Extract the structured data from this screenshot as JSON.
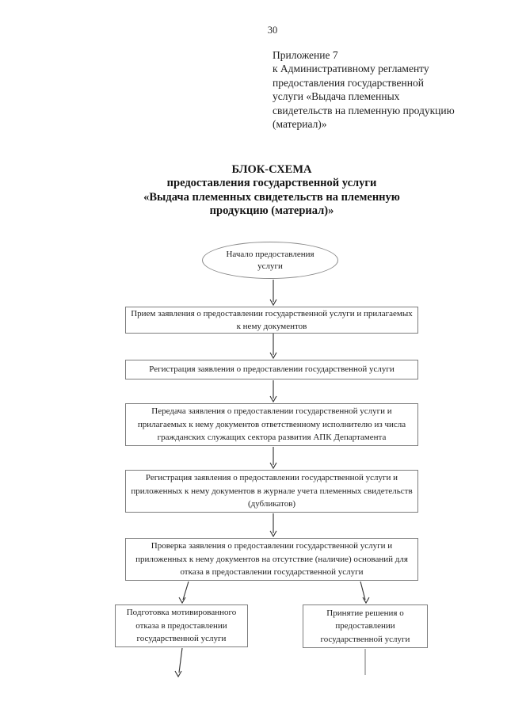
{
  "page_number": "30",
  "header": {
    "text": "Приложение 7\nк Административному регламенту\nпредоставления государственной\nуслуги «Выдача племенных\nсвидетельств на племенную продукцию\n(материал)»"
  },
  "title": {
    "text": "БЛОК-СХЕМА\nпредоставления государственной услуги\n«Выдача племенных свидетельств на племенную\nпродукцию (материал)»"
  },
  "flowchart": {
    "start": {
      "shape": "ellipse",
      "text": "Начало предоставления\nуслуги"
    },
    "steps": [
      {
        "text": "Прием заявления о предоставлении государственной услуги и прилагаемых\nк нему документов"
      },
      {
        "text": "Регистрация заявления о предоставлении государственной услуги"
      },
      {
        "text": "Передача заявления о предоставлении государственной услуги и\nприлагаемых к нему документов ответственному исполнителю из числа\nгражданских служащих сектора развития АПК Департамента"
      },
      {
        "text": "Регистрация заявления о предоставлении государственной услуги и\nприложенных к нему документов в журнале учета племенных свидетельств\n(дубликатов)"
      },
      {
        "text": "Проверка заявления о предоставлении государственной услуги и\nприложенных к нему документов на отсутствие (наличие) оснований для\nотказа в предоставлении государственной услуги"
      }
    ],
    "branch_left": {
      "text": "Подготовка мотивированного\nотказа в предоставлении\nгосударственной услуги"
    },
    "branch_right": {
      "text": "Принятие решения о\nпредоставлении\nгосударственной услуги"
    }
  },
  "colors": {
    "background": "#ffffff",
    "text": "#1e1e1e",
    "box_border": "#7d7d7d",
    "ellipse_border": "#8a8a8a",
    "arrow": "#2f2f2f",
    "line_light": "#9a9a9a"
  }
}
